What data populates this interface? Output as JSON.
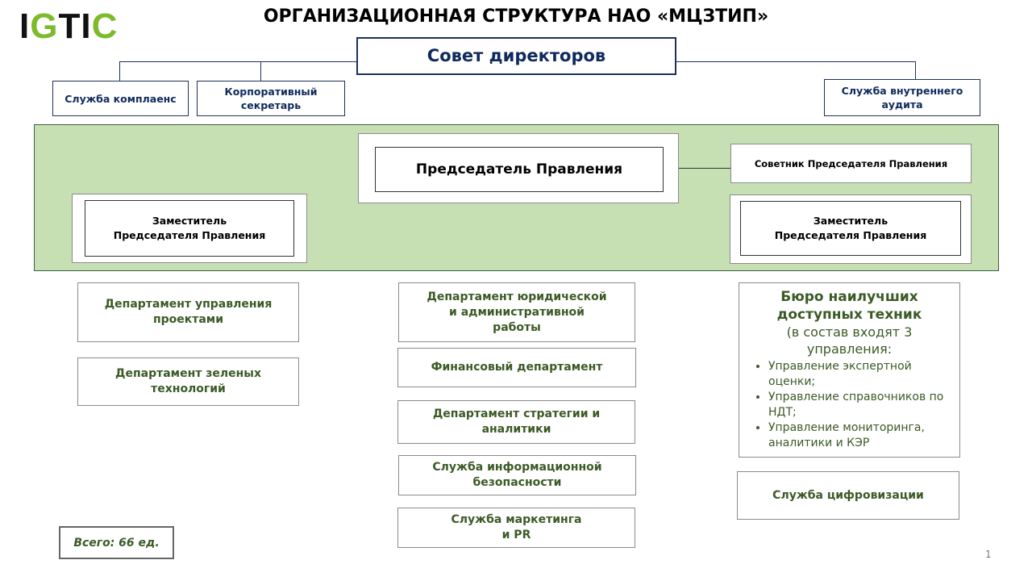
{
  "logo": "IGTIC",
  "title": "ОРГАНИЗАЦИОННАЯ СТРУКТУРА НАО «МЦЗТИП»",
  "board": "Совет директоров",
  "compliance": "Служба комплаенс",
  "secretary": [
    "Корпоративный",
    "секретарь"
  ],
  "audit": [
    "Служба внутреннего",
    "аудита"
  ],
  "chairman": "Председатель Правления",
  "advisor": "Советник  Председателя  Правления",
  "deputy_left": [
    "Заместитель",
    "Председателя Правления"
  ],
  "deputy_right": [
    "Заместитель",
    "Председателя Правления"
  ],
  "left_depts": [
    [
      "Департамент управления",
      "проектами"
    ],
    [
      "Департамент зеленых",
      "технологий"
    ]
  ],
  "center_depts": [
    [
      "Департамент юридической",
      "и административной",
      "работы"
    ],
    [
      "Финансовый департамент"
    ],
    [
      "Департамент стратегии и",
      "аналитики"
    ],
    [
      "Служба информационной",
      "безопасности"
    ],
    [
      "Служба маркетинга",
      "и PR"
    ]
  ],
  "bureau": {
    "title": [
      "Бюро наилучших",
      "доступных техник"
    ],
    "subtitle": [
      "(в состав входят 3",
      "управления:"
    ],
    "items": [
      "Управление экспертной оценки;",
      "Управление справочников по НДТ;",
      "Управление мониторинга, аналитики и КЭР"
    ]
  },
  "digital": "Служба цифровизации",
  "total": "Всего: 66 ед.",
  "page_number": "1"
}
